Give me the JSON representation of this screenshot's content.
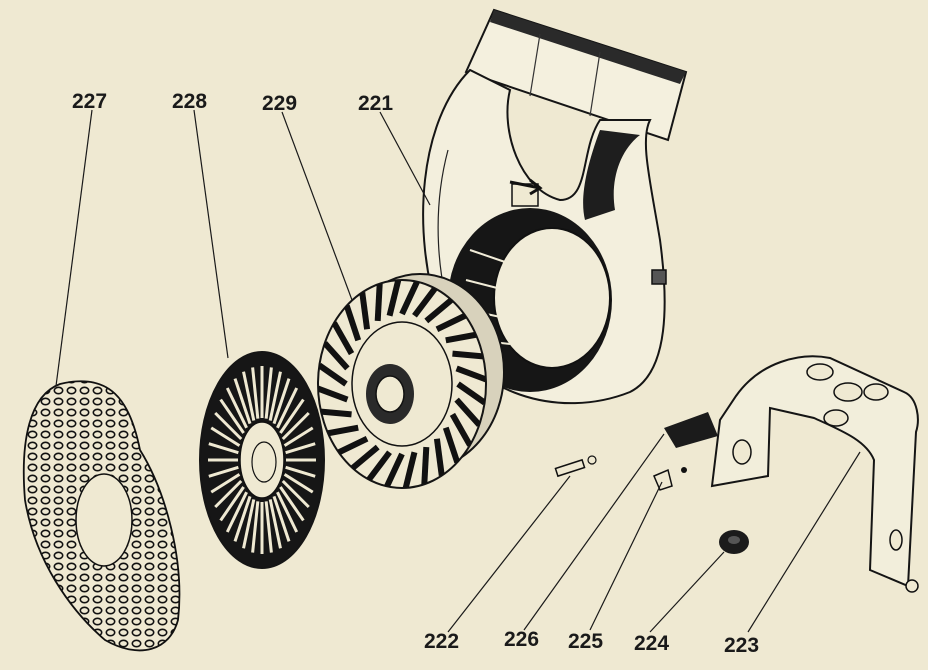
{
  "callouts": [
    {
      "key": "227",
      "label": "227"
    },
    {
      "key": "228",
      "label": "228"
    },
    {
      "key": "229",
      "label": "229"
    },
    {
      "key": "221",
      "label": "221"
    },
    {
      "key": "222",
      "label": "222"
    },
    {
      "key": "226",
      "label": "226"
    },
    {
      "key": "225",
      "label": "225"
    },
    {
      "key": "224",
      "label": "224"
    },
    {
      "key": "223",
      "label": "223"
    }
  ]
}
